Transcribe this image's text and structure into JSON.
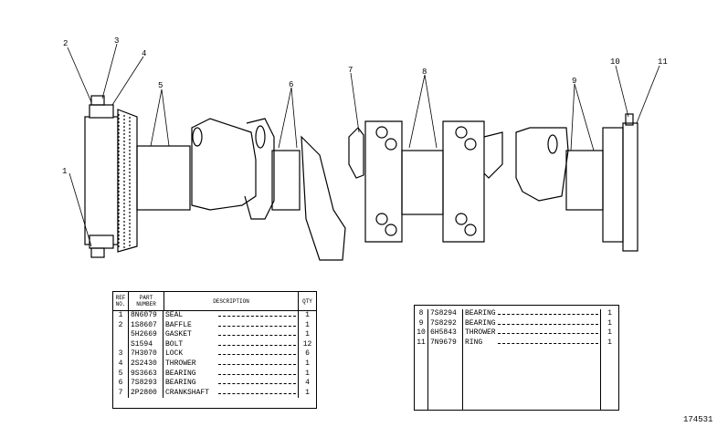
{
  "callouts": [
    "1",
    "2",
    "3",
    "4",
    "5",
    "6",
    "7",
    "8",
    "9",
    "10",
    "11"
  ],
  "left_table": {
    "headers": {
      "ref": "REF NO.",
      "part": "PART NUMBER",
      "desc": "DESCRIPTION",
      "qty": "QTY"
    },
    "rows": [
      {
        "ref": "1",
        "part": "8N6079",
        "desc": "SEAL",
        "qty": "1"
      },
      {
        "ref": "2",
        "part": "1S8607",
        "desc": "BAFFLE",
        "qty": "1"
      },
      {
        "ref": "",
        "part": "5H2669",
        "desc": "GASKET",
        "qty": "1"
      },
      {
        "ref": "",
        "part": "S1594",
        "desc": "BOLT",
        "qty": "12"
      },
      {
        "ref": "3",
        "part": "7H3070",
        "desc": "LOCK",
        "qty": "6"
      },
      {
        "ref": "4",
        "part": "2S2430",
        "desc": "THROWER",
        "qty": "1"
      },
      {
        "ref": "5",
        "part": "9S3663",
        "desc": "BEARING",
        "qty": "1"
      },
      {
        "ref": "6",
        "part": "7S8293",
        "desc": "BEARING",
        "qty": "4"
      },
      {
        "ref": "7",
        "part": "2P2800",
        "desc": "CRANKSHAFT",
        "qty": "1"
      }
    ]
  },
  "right_table": {
    "rows": [
      {
        "ref": "8",
        "part": "7S8294",
        "desc": "BEARING",
        "qty": "1"
      },
      {
        "ref": "9",
        "part": "7S8292",
        "desc": "BEARING",
        "qty": "1"
      },
      {
        "ref": "10",
        "part": "6H5843",
        "desc": "THROWER",
        "qty": "1"
      },
      {
        "ref": "11",
        "part": "7N9679",
        "desc": "RING",
        "qty": "1"
      }
    ]
  },
  "figure_number": "174531"
}
